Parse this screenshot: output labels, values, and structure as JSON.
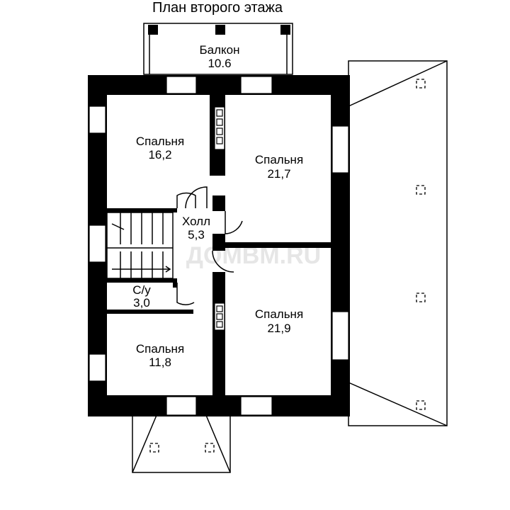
{
  "title": "План второго этажа",
  "watermark": "ДОМВМ.RU",
  "rooms": [
    {
      "name": "Балкон",
      "area": "10.6"
    },
    {
      "name": "Спальня",
      "area": "16,2"
    },
    {
      "name": "Спальня",
      "area": "21,7"
    },
    {
      "name": "Холл",
      "area": "5,3"
    },
    {
      "name": "С/у",
      "area": "3,0"
    },
    {
      "name": "Спальня",
      "area": "21,9"
    },
    {
      "name": "Спальня",
      "area": "11,8"
    }
  ],
  "colors": {
    "walls": "#000000",
    "background": "#ffffff",
    "watermark": "#e6e6e6"
  }
}
